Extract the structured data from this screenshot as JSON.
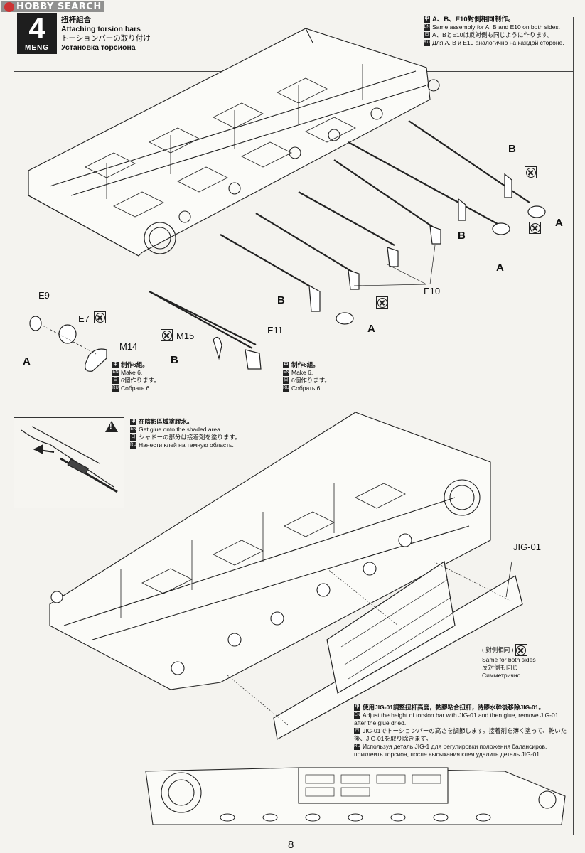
{
  "watermark": "HOBBY SEARCH",
  "step": {
    "number": "4",
    "brand": "MENG"
  },
  "title": {
    "zh": "扭杆組合",
    "en": "Attaching torsion bars",
    "ja": "トーションバーの取り付け",
    "ru": "Установка торсиона"
  },
  "top_note": {
    "zh": "A、B、E10對側相同制作。",
    "en": "Same assembly for A, B and E10 on both sides.",
    "ja": "A、BとE10は反対側も同じように作ります。",
    "ru": "Для A, B и E10 аналогично на каждой стороне."
  },
  "part_labels": {
    "e9": "E9",
    "e7": "E7",
    "m14": "M14",
    "m15": "M15",
    "e11": "E11",
    "e10": "E10",
    "jig": "JIG-01",
    "sub_a": "A",
    "sub_b": "B",
    "b1": "B",
    "b2": "B",
    "b3": "B",
    "a1": "A",
    "a2": "A",
    "a3": "A"
  },
  "make6_a": {
    "zh": "制作6組。",
    "en": "Make 6.",
    "ja": "6個作ります。",
    "ru": "Собрать 6."
  },
  "make6_b": {
    "zh": "制作6組。",
    "en": "Make 6.",
    "ja": "6個作ります。",
    "ru": "Собрать 6."
  },
  "glue_note": {
    "zh": "在陰影區域塗膠水。",
    "en": "Get glue onto the shaded area.",
    "ja": "シャドーの部分は接着剤を塗ります。",
    "ru": "Нанести клей на темную область."
  },
  "both_sides": {
    "zh": "( 對側相同 )",
    "en": "Same for both sides",
    "ja": "反対側も同じ",
    "ru": "Симметрично"
  },
  "jig_note": {
    "zh": "使用JIG-01調整扭杆高度，黏膠粘合扭杆，待膠水幹後移除JIG-01。",
    "en": "Adjust the height of torsion bar with JIG-01 and then glue, remove JIG-01 after the glue dried.",
    "ja": "JIG-01でトーションバーの高さを調節します。接着剤を薄く塗って、乾いた後、JIG-01を取り除きます。",
    "ru": "Используя деталь JIG-1 для регулировки положения балансиров, приклеить торсион, после высыхания клея удалить деталь JIG-01."
  },
  "lang_icons": {
    "zh": "中",
    "en": "EN",
    "ja": "日",
    "ru": "RU"
  },
  "page_number": "8"
}
